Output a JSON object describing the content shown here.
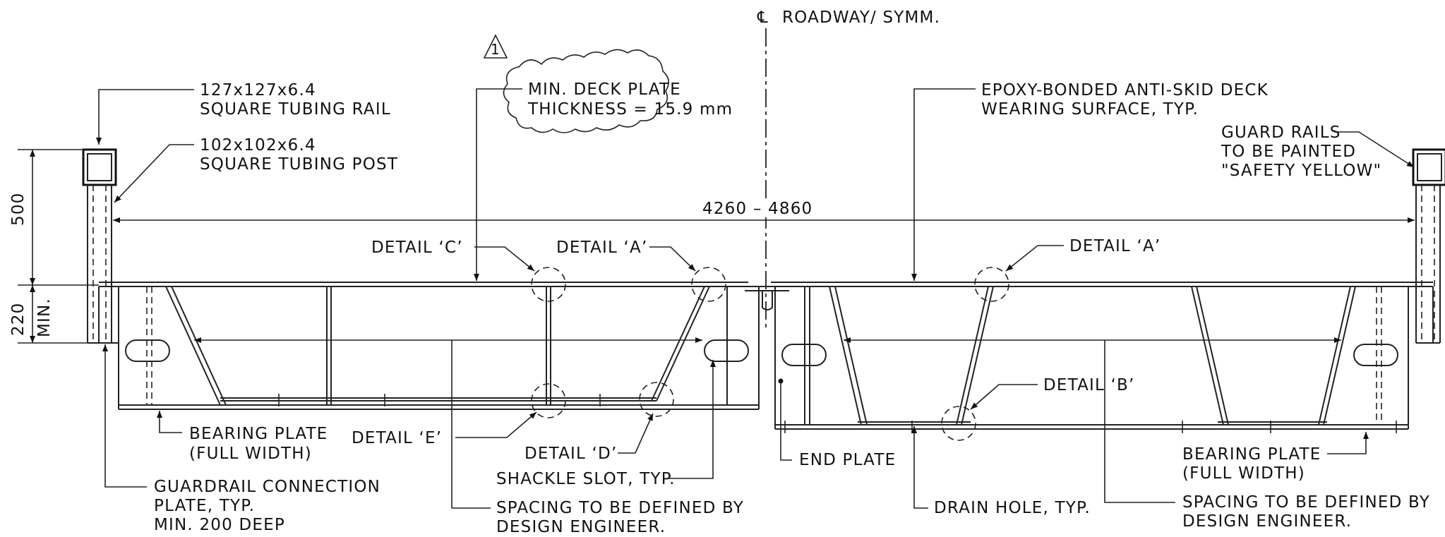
{
  "centerline": {
    "symbol": "℄",
    "label": "ROADWAY/ SYMM."
  },
  "revision_mark": "1",
  "cloud_note": {
    "line1": "MIN. DECK PLATE",
    "line2": "THICKNESS = 15.9 mm"
  },
  "rail_note": {
    "line1": "127x127x6.4",
    "line2": "SQUARE TUBING RAIL"
  },
  "post_note": {
    "line1": "102x102x6.4",
    "line2": "SQUARE TUBING POST"
  },
  "deck_note": {
    "line1": "EPOXY-BONDED ANTI-SKID DECK",
    "line2": "WEARING SURFACE, TYP."
  },
  "guard_note": {
    "line1": "GUARD RAILS",
    "line2": "TO BE PAINTED",
    "line3": "\"SAFETY YELLOW\""
  },
  "dims": {
    "width": "4260 – 4860",
    "rail_height": "500",
    "depth_value": "220",
    "depth_suffix": "MIN."
  },
  "details": {
    "c": "DETAIL ‘C’",
    "a_left": "DETAIL ‘A’",
    "a_right": "DETAIL ‘A’",
    "b": "DETAIL ‘B’",
    "e": "DETAIL ‘E’",
    "d": "DETAIL ‘D’"
  },
  "bearing_left": {
    "line1": "BEARING PLATE",
    "line2": "(FULL WIDTH)"
  },
  "bearing_right": {
    "line1": "BEARING PLATE",
    "line2": "(FULL WIDTH)"
  },
  "connection_note": {
    "line1": "GUARDRAIL CONNECTION",
    "line2": "PLATE, TYP.",
    "line3": "MIN. 200 DEEP"
  },
  "shackle_note": "SHACKLE SLOT, TYP.",
  "spacing_left": {
    "line1": "SPACING TO BE DEFINED BY",
    "line2": "DESIGN ENGINEER."
  },
  "spacing_right": {
    "line1": "SPACING TO BE DEFINED BY",
    "line2": "DESIGN ENGINEER."
  },
  "end_plate": "END PLATE",
  "drain_hole": "DRAIN HOLE, TYP."
}
